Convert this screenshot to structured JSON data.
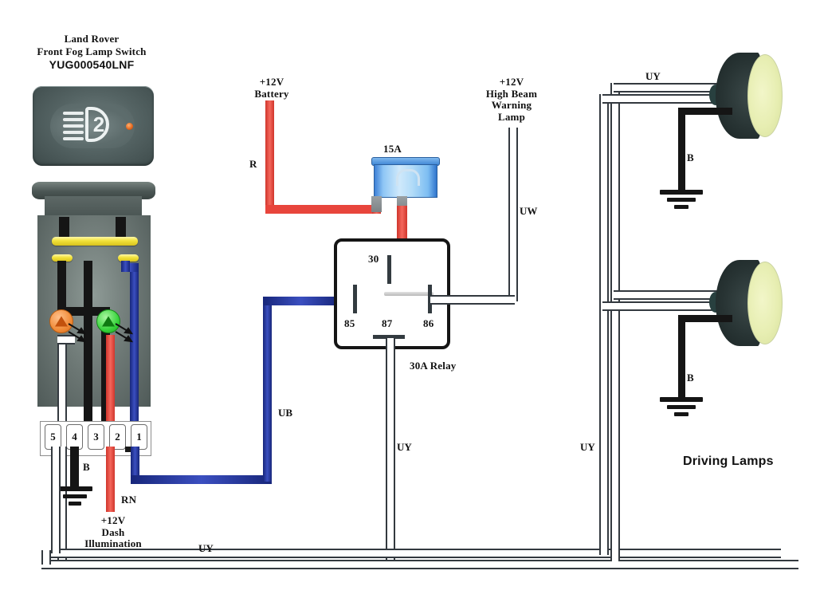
{
  "diagram": {
    "title_lines": [
      "Land Rover",
      "Front Fog Lamp Switch",
      "YUG000540LNF"
    ],
    "title_line1": "Land Rover",
    "title_line2": "Front Fog Lamp Switch",
    "title_line3": "YUG000540LNF",
    "background_color": "#ffffff"
  },
  "switch": {
    "rocker_symbol": "fog-lamp-icon",
    "rocker_number": "2",
    "indicator_color": "#e2641b",
    "terminals": [
      "5",
      "4",
      "3",
      "2",
      "1"
    ],
    "ground_label": "B",
    "led_left_color": "#f08a36",
    "led_right_color": "#36d23a"
  },
  "labels": {
    "battery": "+12V\nBattery",
    "battery_code": "R",
    "fuse_rating": "15A",
    "high_beam": "+12V\nHigh Beam\nWarning\nLamp",
    "high_beam_code": "UW",
    "relay_name": "30A Relay",
    "relay_terminal_30": "30",
    "relay_terminal_85": "85",
    "relay_terminal_86": "86",
    "relay_terminal_87": "87",
    "switch_blue_code": "UB",
    "dash_illumination": "+12V\nDash\nIllumination",
    "dash_code": "RN",
    "bottom_bus_code": "UY",
    "relay_out_code": "UY",
    "right_branch_code": "UY",
    "lamp_feed_code": "UY",
    "lamp_ground_code_top": "B",
    "lamp_ground_code_bottom": "B",
    "driving_lamps": "Driving Lamps"
  },
  "colors": {
    "red_wire": "#e8453c",
    "blue_wire": "#1c2f94",
    "black_wire": "#151515",
    "white_wire": "#ffffff",
    "wire_outline": "#33393f",
    "yellow_contact": "#f2e23a",
    "fuse_blue": "#8ec6f5",
    "lamp_lens": "#e7eeb2"
  }
}
